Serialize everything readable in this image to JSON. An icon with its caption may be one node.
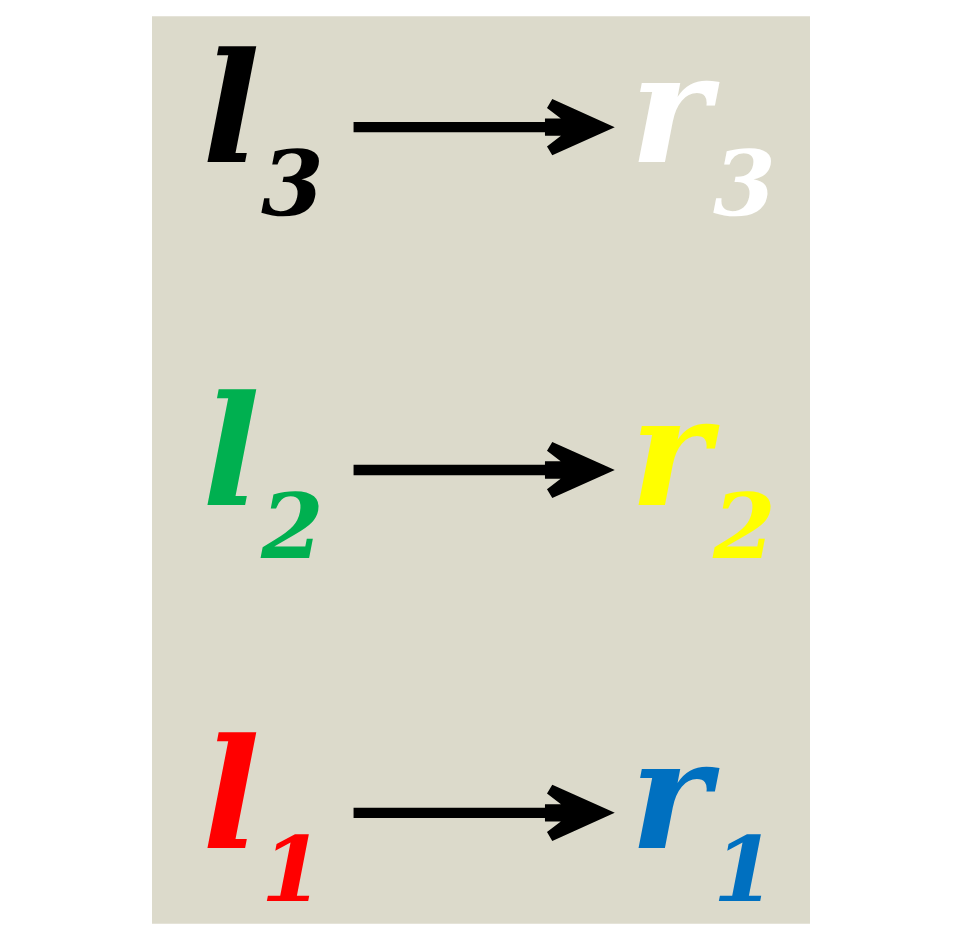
{
  "diagram": {
    "nodes": [
      {
        "text": [
          "l$_{1}$"
        ]
      },
      {
        "text": [
          "r$_{1}$"
        ]
      },
      {
        "text": [
          "l$_{2}$"
        ]
      },
      {
        "text": [
          "r$_{2}$"
        ]
      },
      {
        "text": [
          "l$_{3}$"
        ]
      },
      {
        "text": [
          "r$_{3}$"
        ]
      }
    ],
    "edges": [
      {
        "from": 0,
        "to": 1,
        "arrow": "to"
      },
      {
        "from": 2,
        "to": 3,
        "arrow": "to"
      },
      {
        "from": 4,
        "to": 5,
        "arrow": "to"
      }
    ]
  }
}
